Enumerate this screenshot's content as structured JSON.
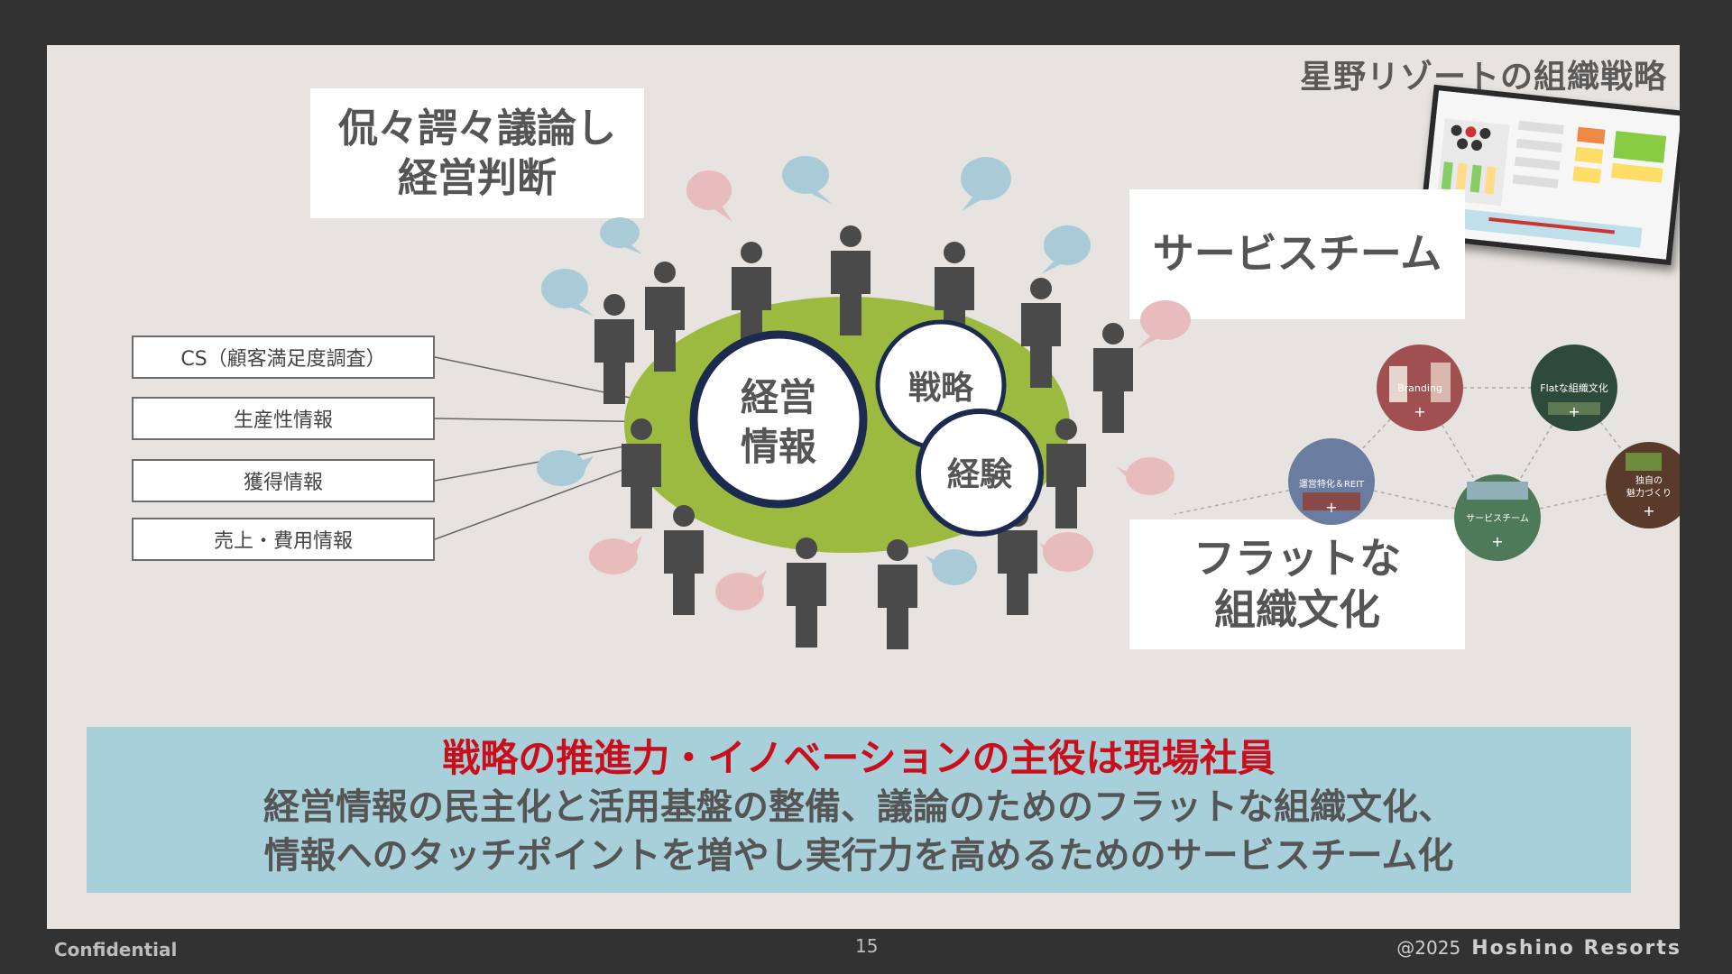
{
  "slide": {
    "title": "星野リゾートの組織戦略",
    "callouts": {
      "debate": "侃々諤々議論し\n経営判断",
      "service_team": "サービスチーム",
      "flat_culture": "フラットな\n組織文化"
    },
    "info_boxes": [
      "CS（顧客満足度調査）",
      "生産性情報",
      "獲得情報",
      "売上・費用情報"
    ],
    "center": {
      "main_circle": [
        "経営",
        "情報"
      ],
      "strategy_circle": "戦略",
      "experience_circle": "経験"
    },
    "network_nodes": [
      {
        "label": "Branding",
        "plus": "+"
      },
      {
        "label": "Flatな組織文化",
        "plus": "+"
      },
      {
        "label": "運営特化＆REIT",
        "plus": "+"
      },
      {
        "label": "サービスチーム",
        "plus": "+"
      },
      {
        "label": "独自の\n魅力づくり",
        "plus": "+"
      }
    ],
    "bottom": {
      "headline": "戦略の推進力・イノベーションの主役は現場社員",
      "line1": "経営情報の民主化と活用基盤の整備、議論のためのフラットな組織文化、",
      "line2": "情報へのタッチポイントを増やし実行力を高めるためのサービスチーム化"
    }
  },
  "footer": {
    "left": "Confidential",
    "page": "15",
    "copyright": "@2025",
    "brand": "Hoshino Resorts"
  },
  "colors": {
    "background": "#323232",
    "slide": "#e6e3e0",
    "ellipse": "#9cba3f",
    "navy": "#1d2a4f",
    "bubble_blue": "#a9cbd8",
    "bubble_pink": "#e8bcbc",
    "person": "#4a4a4a",
    "band": "#a8d0db",
    "headline": "#c8101c"
  },
  "icons": [
    "person-icon",
    "speech-bubble-icon",
    "plus-icon"
  ]
}
